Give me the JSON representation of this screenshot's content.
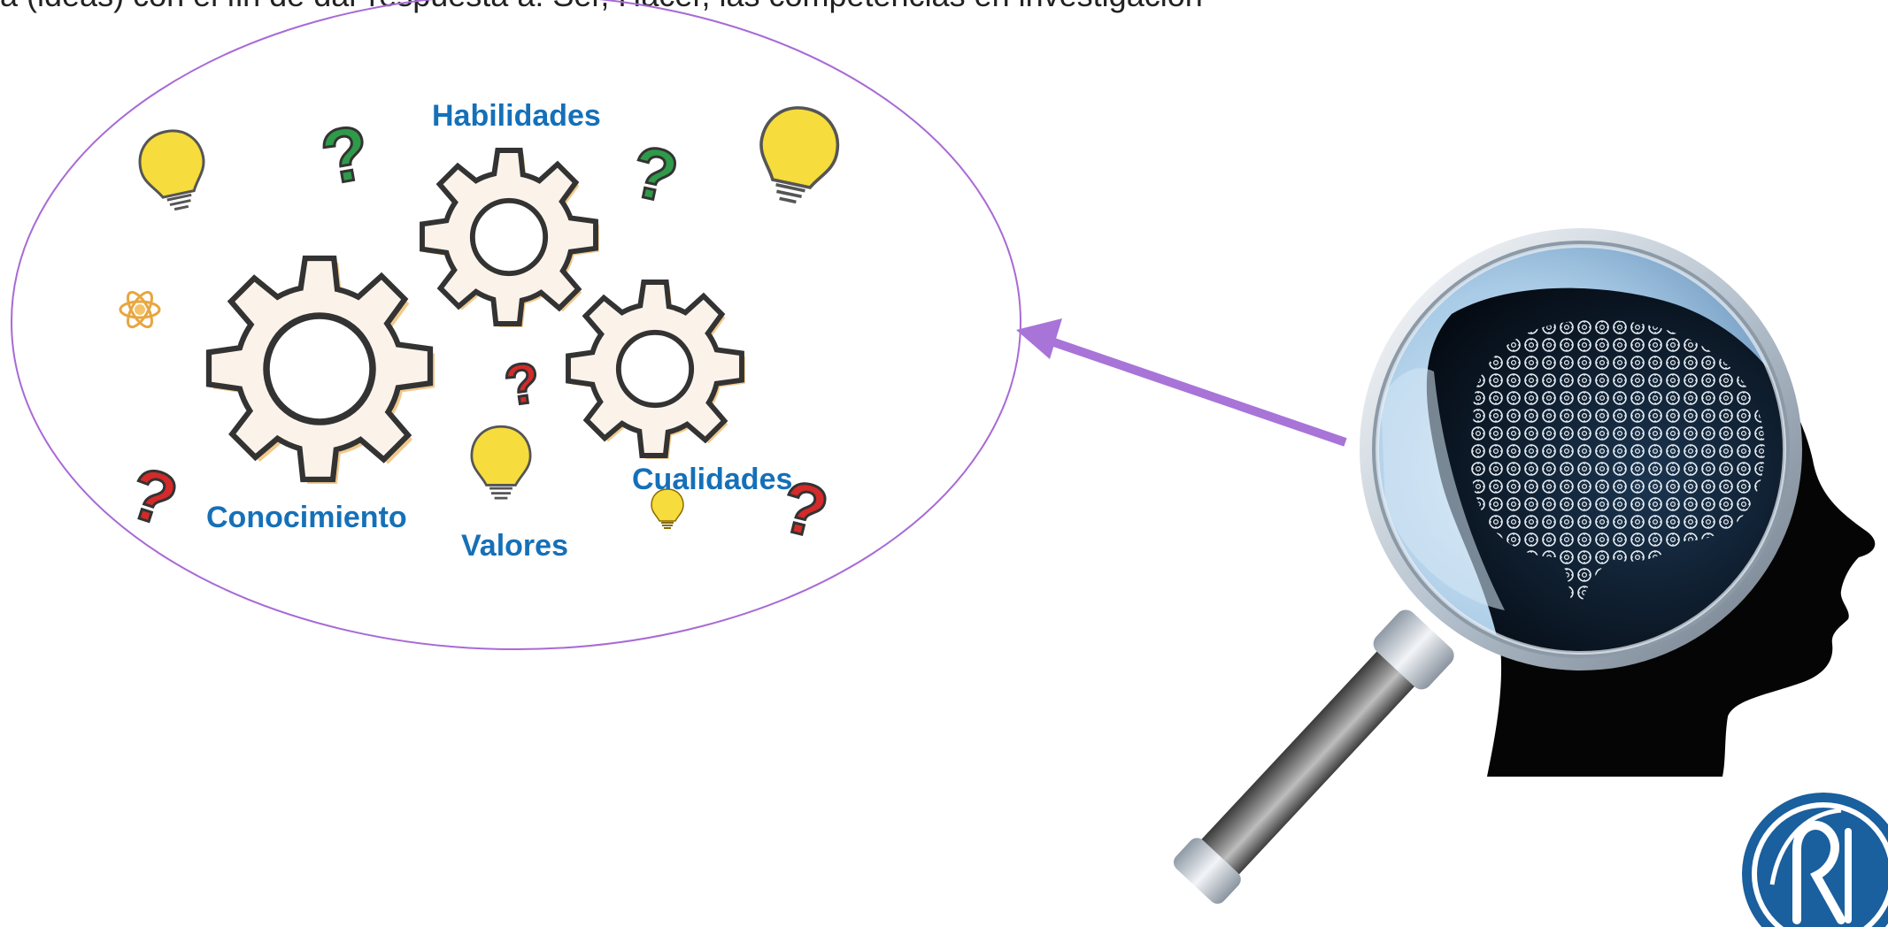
{
  "slide": {
    "top_text": "a (ideas) con el fin de dar respuesta a: Ser, Hacer, las competencias en investigación",
    "labels": {
      "habilidades": "Habilidades",
      "conocimiento": "Conocimiento",
      "valores": "Valores",
      "cualidades": "Cualidades"
    }
  },
  "colors": {
    "ellipse_stroke": "#a86ad6",
    "arrow": "#a874d8",
    "label_text": "#1570b8",
    "gear_fill": "#fbf3ea",
    "gear_stroke": "#333333",
    "bulb": "#f6dc3c",
    "question_green": "#2f9a4a",
    "question_red": "#d42a2a",
    "head": "#050505",
    "logo": "#1a5f9e"
  },
  "icons": [
    "gear-icon",
    "lightbulb-icon",
    "question-mark-icon",
    "atom-icon",
    "magnifying-glass-icon",
    "head-silhouette-icon",
    "brain-gears-icon",
    "university-logo"
  ]
}
